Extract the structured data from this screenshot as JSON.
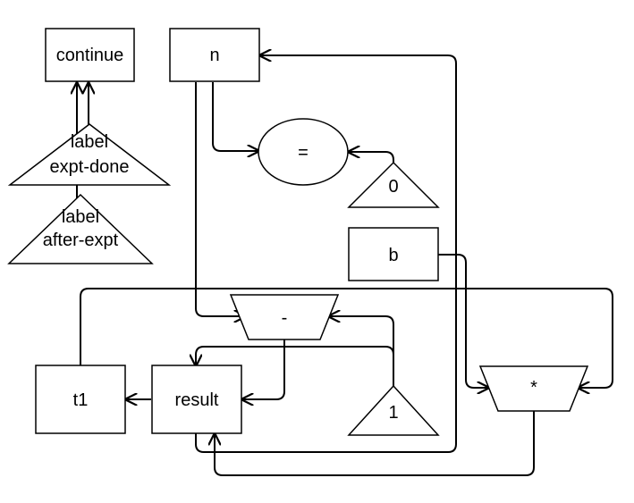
{
  "diagram": {
    "nodes": {
      "continue": "continue",
      "n": "n",
      "equals": "=",
      "const0": "0",
      "b": "b",
      "minus": "-",
      "t1": "t1",
      "result": "result",
      "const1": "1",
      "times": "*",
      "label_expt_done": [
        "label",
        "expt-done"
      ],
      "label_after_expt": [
        "label",
        "after-expt"
      ]
    }
  }
}
